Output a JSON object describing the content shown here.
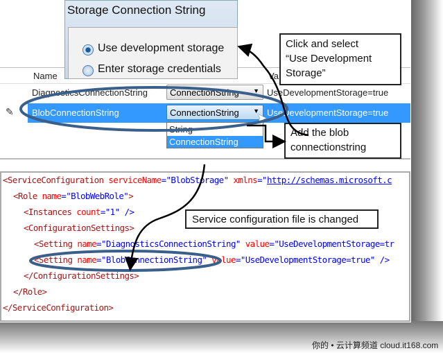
{
  "dialog": {
    "title": "Storage Connection String",
    "options": [
      {
        "label": "Use development storage",
        "selected": true
      },
      {
        "label": "Enter storage credentials",
        "selected": false
      }
    ]
  },
  "grid": {
    "headers": {
      "name": "Name",
      "value": "Va"
    },
    "rows": [
      {
        "name": "DiagnosticsConnectionString",
        "type": "ConnectionString",
        "value": "UseDevelopmentStorage=true"
      },
      {
        "name": "BlobConnectionString",
        "type": "ConnectionString",
        "value": "UseDevelopmentStorage=true"
      }
    ],
    "dropdown_options": [
      "String",
      "ConnectionString"
    ]
  },
  "callouts": {
    "select": [
      "Click and select",
      "“Use Development",
      "Storage”"
    ],
    "add": [
      "Add the blob",
      "connectionstring"
    ],
    "changed": "Service configuration file is changed"
  },
  "xml": {
    "l1": [
      "<ServiceConfiguration ",
      "serviceName",
      "=\"BlobStorage\" ",
      "xmlns",
      "=\"",
      "http://schemas.microsoft.c"
    ],
    "l2": [
      "<Role ",
      "name",
      "=\"BlobWebRole\"",
      ">"
    ],
    "l3": [
      "<Instances ",
      "count",
      "=\"1\"",
      " />"
    ],
    "l4": "<ConfigurationSettings>",
    "l5": [
      "<Setting ",
      "name",
      "=\"DiagnosticsConnectionString\" ",
      "value",
      "=\"UseDevelopmentStorage=tr"
    ],
    "l6": [
      "<Setting ",
      "name",
      "=\"BlobConnectionString\" ",
      "value",
      "=\"UseDevelopmentStorage=true\"",
      " />"
    ],
    "l7": "</ConfigurationSettings>",
    "l8": "</Role>",
    "l9": "</ServiceConfiguration>"
  },
  "watermark": "你的 • 云计算频道  cloud.it168.com",
  "colors": {
    "selection": "#3399ff",
    "ellipse": "#3a5f8a",
    "tag": "#a31515",
    "attr": "#ff0000",
    "value": "#0000ff"
  }
}
